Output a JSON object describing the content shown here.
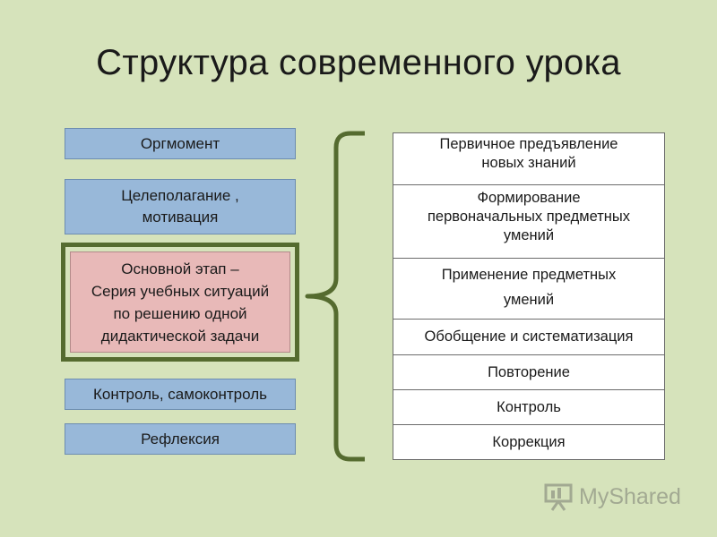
{
  "title": "Структура современного урока",
  "stages": [
    "Оргмомент",
    "Целеполагание ,\nмотивация",
    "Основной этап –\nСерия учебных ситуаций\nпо решению одной\nдидактической задачи",
    "Контроль, самоконтроль",
    "Рефлексия"
  ],
  "substeps": [
    "Первичное предъявление\nновых знаний",
    "Формирование\nпервоначальных предметных\nумений",
    "Применение предметных\nумений",
    "Обобщение и систематизация",
    "Повторение",
    "Контроль",
    "Коррекция"
  ],
  "watermark": "MyShared",
  "colors": {
    "background": "#d6e3bb",
    "stage_fill": "#98b8d9",
    "main_fill": "#e8b9b8",
    "accent": "#556b2f"
  },
  "icons": {
    "watermark": "presentation-board-icon",
    "connector": "curly-brace-icon"
  }
}
